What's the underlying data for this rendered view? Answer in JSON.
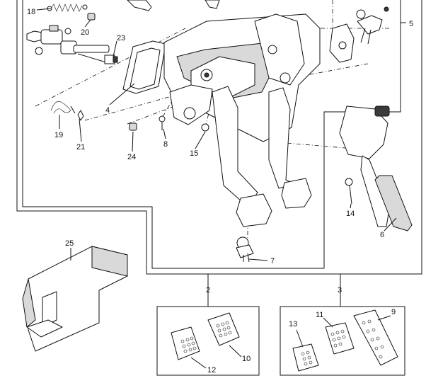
{
  "callouts": {
    "c2": "2",
    "c3": "3",
    "c4": "4",
    "c5": "5",
    "c6": "6",
    "c7": "7",
    "c8": "8",
    "c9": "9",
    "c10": "10",
    "c11": "11",
    "c12": "12",
    "c13": "13",
    "c14": "14",
    "c15": "15",
    "c18": "18",
    "c19": "19",
    "c20": "20",
    "c21": "21",
    "c23": "23",
    "c24": "24",
    "c25": "25"
  },
  "colors": {
    "line": "#111111",
    "shade": "#d9d9d9",
    "background": "#ffffff"
  }
}
